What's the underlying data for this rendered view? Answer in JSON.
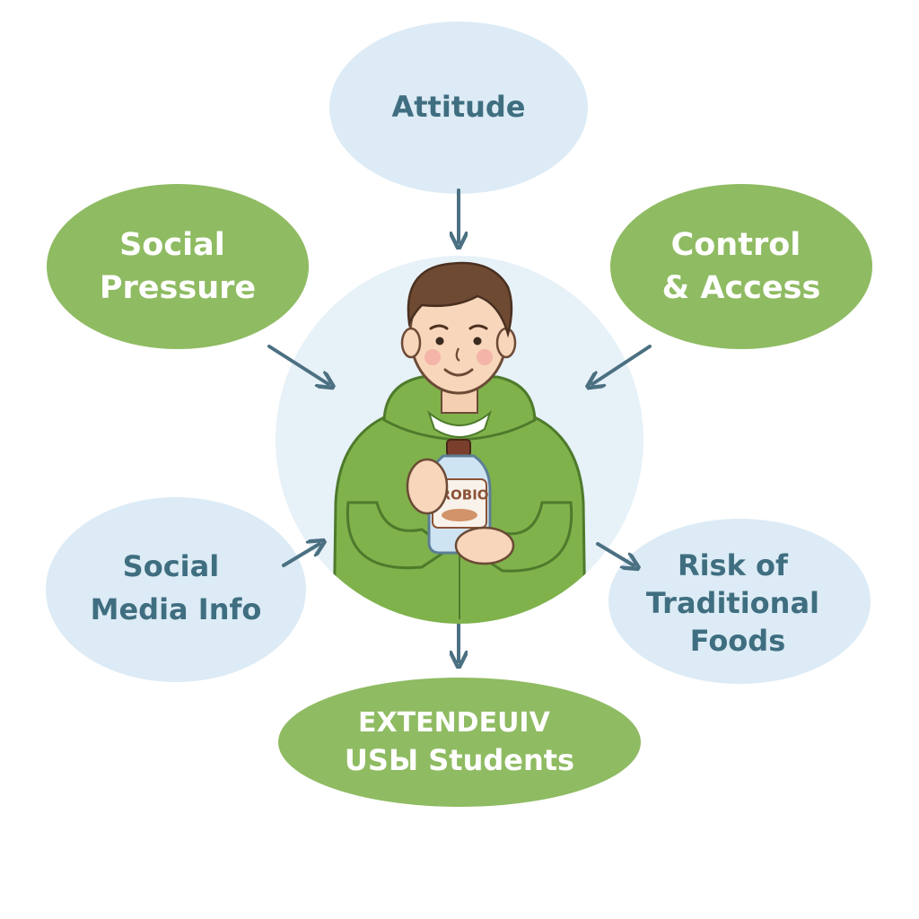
{
  "colors": {
    "green": "#8fbb62",
    "light_blue": "#dcebf5",
    "center_circle": "#e7f1f8",
    "arrow": "#4b7082",
    "text_blue": "#3f6e80",
    "hoodie": "#7fb24b"
  },
  "nodes": {
    "attitude": {
      "lines": [
        "Attitude"
      ]
    },
    "social_pressure": {
      "lines": [
        "Social",
        "Pressure"
      ]
    },
    "control_access": {
      "lines": [
        "Control",
        "& Access"
      ]
    },
    "social_media_info": {
      "lines": [
        "Social",
        "Media Info"
      ]
    },
    "risk_traditional_foods": {
      "lines": [
        "Risk of",
        "Traditional",
        "Foods"
      ]
    },
    "outcome": {
      "lines": [
        "EXTENDEUIV",
        "USЫ Students"
      ]
    }
  },
  "center": {
    "figure": "student-with-probiotic-bottle",
    "bottle_label": "PROBIO"
  }
}
